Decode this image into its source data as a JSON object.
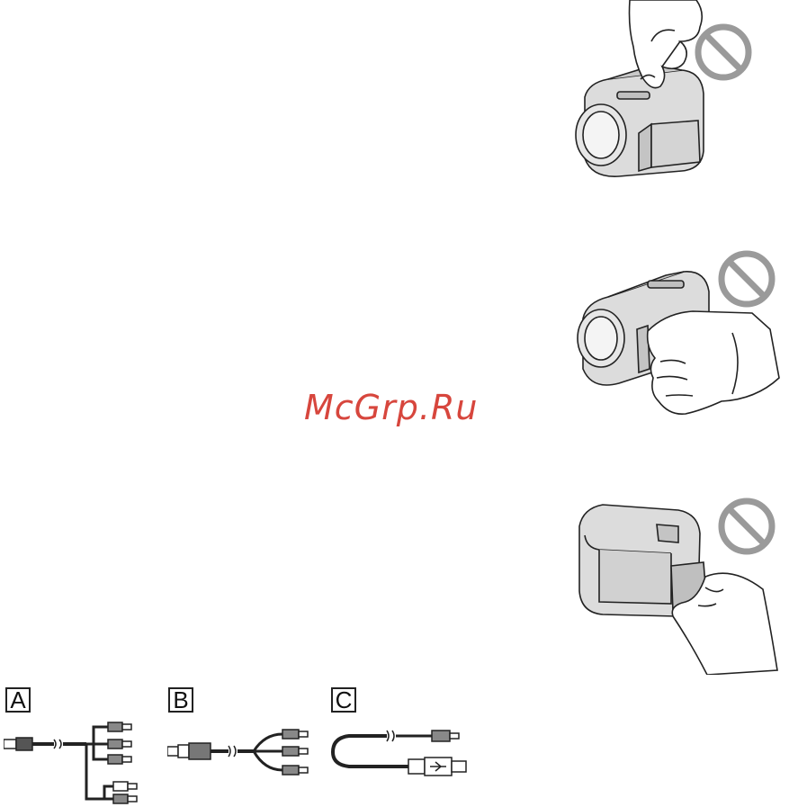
{
  "watermark": {
    "text": "McGrp.Ru"
  },
  "figures": {
    "a_label": "A",
    "b_label": "B",
    "c_label": "C"
  },
  "icons": {
    "prohibited": "prohibited-icon",
    "camcorder": "camcorder-icon",
    "hand": "hand-icon",
    "av_cable": "av-cable-icon",
    "component_cable": "component-cable-icon",
    "usb_cable": "usb-cable-icon"
  },
  "colors": {
    "camera_fill": "#dcdcdc",
    "prohibited_fill": "#9a9a9a",
    "watermark": "#d7463d",
    "line": "#222222"
  }
}
